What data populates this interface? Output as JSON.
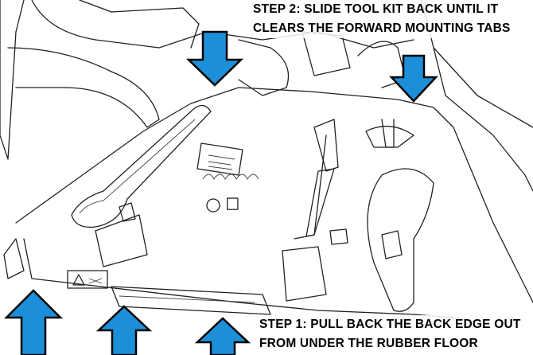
{
  "steps": {
    "step2": {
      "line1": "STEP 2: SLIDE TOOL KIT BACK UNTIL IT",
      "line2": "CLEARS THE FORWARD MOUNTING TABS"
    },
    "step1": {
      "line1": "STEP 1: PULL BACK THE BACK EDGE OUT",
      "line2": "FROM UNDER THE RUBBER FLOOR"
    }
  },
  "colors": {
    "arrow": "#1d8fd8",
    "outline": "#222222"
  },
  "icons": [
    "arrow-down-icon",
    "arrow-up-icon",
    "warning-icon",
    "tool-icon"
  ]
}
